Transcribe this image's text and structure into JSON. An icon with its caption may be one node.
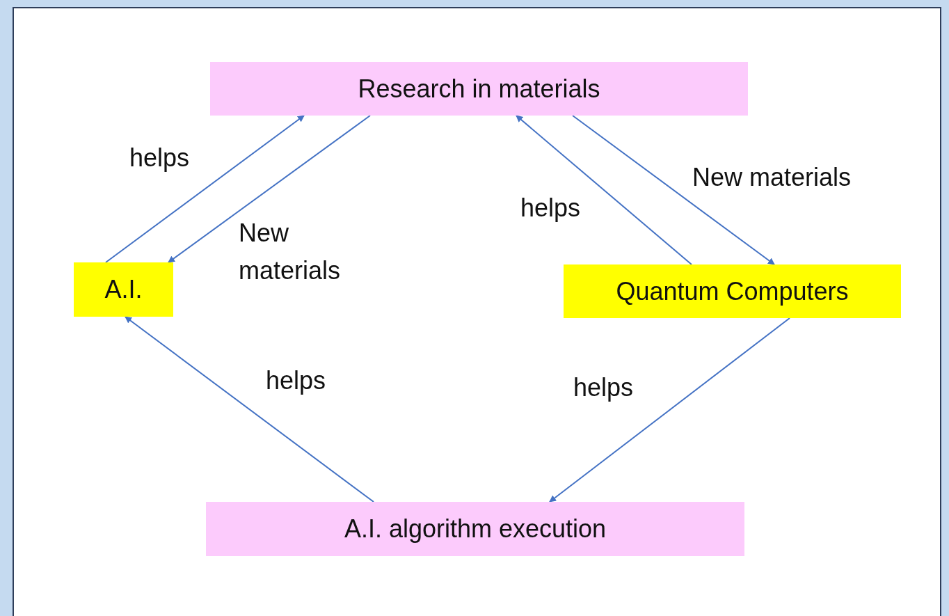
{
  "diagram": {
    "nodes": [
      {
        "text": [
          "Research in materials"
        ]
      },
      {
        "text": [
          "A.I."
        ]
      },
      {
        "text": [
          "Quantum Computers"
        ]
      },
      {
        "text": [
          "A.I. algorithm execution"
        ]
      }
    ],
    "edges": [
      {
        "from": 1,
        "to": 0,
        "arrow": "to",
        "label": "helps"
      },
      {
        "from": 0,
        "to": 1,
        "arrow": "to",
        "label": "New materials"
      },
      {
        "from": 2,
        "to": 0,
        "arrow": "to",
        "label": "helps"
      },
      {
        "from": 0,
        "to": 2,
        "arrow": "to",
        "label": "New materials"
      },
      {
        "from": 3,
        "to": 1,
        "arrow": "to",
        "label": "helps"
      },
      {
        "from": 2,
        "to": 3,
        "arrow": "to",
        "label": "helps"
      }
    ]
  }
}
